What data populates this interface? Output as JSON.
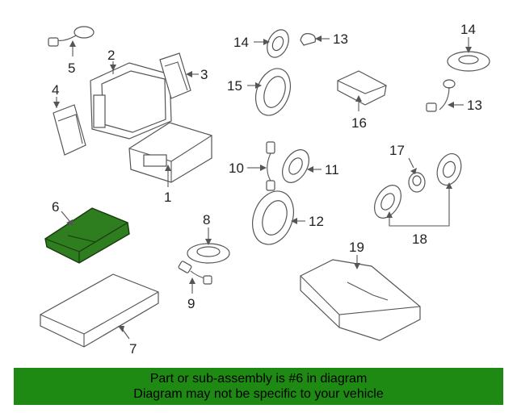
{
  "callouts": {
    "c1": "1",
    "c2": "2",
    "c3": "3",
    "c4": "4",
    "c5": "5",
    "c6": "6",
    "c7": "7",
    "c8": "8",
    "c9": "9",
    "c10": "10",
    "c11": "11",
    "c12": "12",
    "c13a": "13",
    "c13b": "13",
    "c14a": "14",
    "c14b": "14",
    "c15": "15",
    "c16": "16",
    "c17": "17",
    "c18": "18",
    "c19": "19"
  },
  "highlight_color": "#2e7d1e",
  "banner": {
    "line1": "Part or sub-assembly is #6 in diagram",
    "line2": "Diagram may not be specific to your vehicle",
    "background": "#1f8a13"
  }
}
